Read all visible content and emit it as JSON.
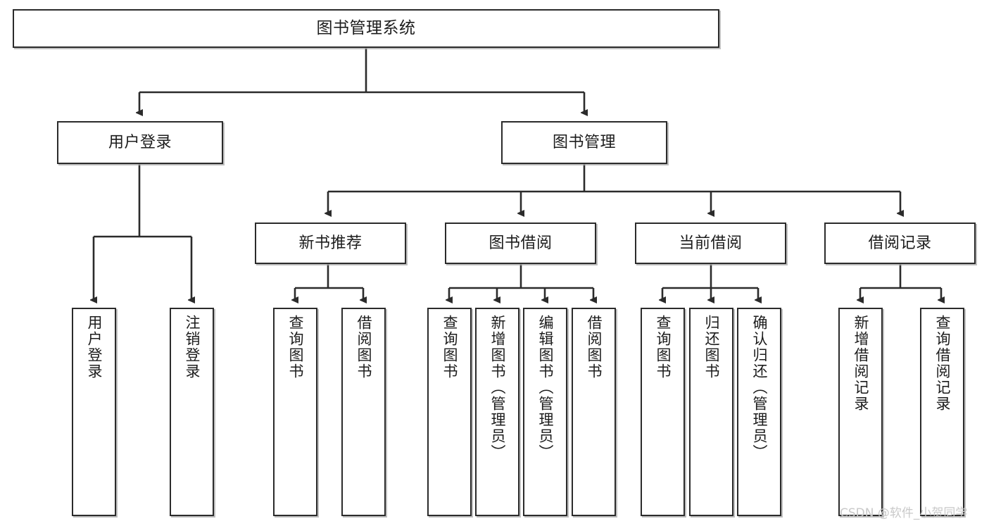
{
  "diagram": {
    "title": "图书管理系统",
    "type": "tree",
    "root": {
      "label": "图书管理系统"
    },
    "level2": [
      {
        "id": "user-login",
        "label": "用户登录"
      },
      {
        "id": "book-manage",
        "label": "图书管理"
      }
    ],
    "level3": [
      {
        "id": "new-book-recommend",
        "label": "新书推荐"
      },
      {
        "id": "book-borrow",
        "label": "图书借阅"
      },
      {
        "id": "current-borrow",
        "label": "当前借阅"
      },
      {
        "id": "borrow-record",
        "label": "借阅记录"
      }
    ],
    "leaves": {
      "user-login": [
        {
          "id": "leaf-user-login",
          "label": "用户登录"
        },
        {
          "id": "leaf-logout-login",
          "label": "注销登录"
        }
      ],
      "new-book-recommend": [
        {
          "id": "leaf-query-book-1",
          "label": "查询图书"
        },
        {
          "id": "leaf-borrow-book-1",
          "label": "借阅图书"
        }
      ],
      "book-borrow": [
        {
          "id": "leaf-query-book-2",
          "label": "查询图书"
        },
        {
          "id": "leaf-add-book",
          "label": "新增图书（管理员）"
        },
        {
          "id": "leaf-edit-book",
          "label": "编辑图书（管理员）"
        },
        {
          "id": "leaf-borrow-book-2",
          "label": "借阅图书"
        }
      ],
      "current-borrow": [
        {
          "id": "leaf-query-book-3",
          "label": "查询图书"
        },
        {
          "id": "leaf-return-book",
          "label": "归还图书"
        },
        {
          "id": "leaf-confirm-return",
          "label": "确认归还（管理员）"
        }
      ],
      "borrow-record": [
        {
          "id": "leaf-add-record",
          "label": "新增借阅记录"
        },
        {
          "id": "leaf-query-record",
          "label": "查询借阅记录"
        }
      ]
    }
  },
  "watermark": {
    "text": "CSDN @软件_小贺同学"
  },
  "colors": {
    "stroke": "#2b2b2b",
    "fill": "#ffffff",
    "text": "#1c1c1c",
    "watermark": "#c9c9c9"
  }
}
